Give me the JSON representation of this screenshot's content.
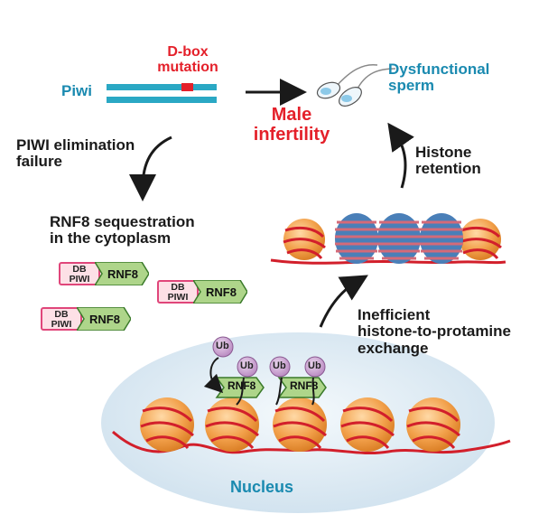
{
  "labels": {
    "dbox": "D-box\nmutation",
    "piwi": "Piwi",
    "male_infertility": "Male\ninfertility",
    "dysfunctional_sperm": "Dysfunctional\nsperm",
    "piwi_elimination": "PIWI elimination\nfailure",
    "rnf8_sequestration": "RNF8 sequestration\nin the cytoplasm",
    "histone_retention": "Histone\nretention",
    "inefficient_exchange": "Inefficient\nhistone-to-protamine\nexchange",
    "nucleus": "Nucleus"
  },
  "complex": {
    "db_label": "DB\nPIWI",
    "rnf8_label": "RNF8"
  },
  "ub_label": "Ub",
  "colors": {
    "piwi_bar": "#2aa8c4",
    "dbox_mark": "#e4202a",
    "red_text": "#e4202a",
    "blue_text": "#1a8ab0",
    "nucleosome": "#f2a04a",
    "dna": "#d21f2b",
    "histone_stripe": "#4a7fb8",
    "nucleus_fill": "#dbe9f3",
    "ub_fill": "#c9a2cf",
    "rnf8_fill": "#aed58a",
    "db_fill": "#fde0e6"
  }
}
